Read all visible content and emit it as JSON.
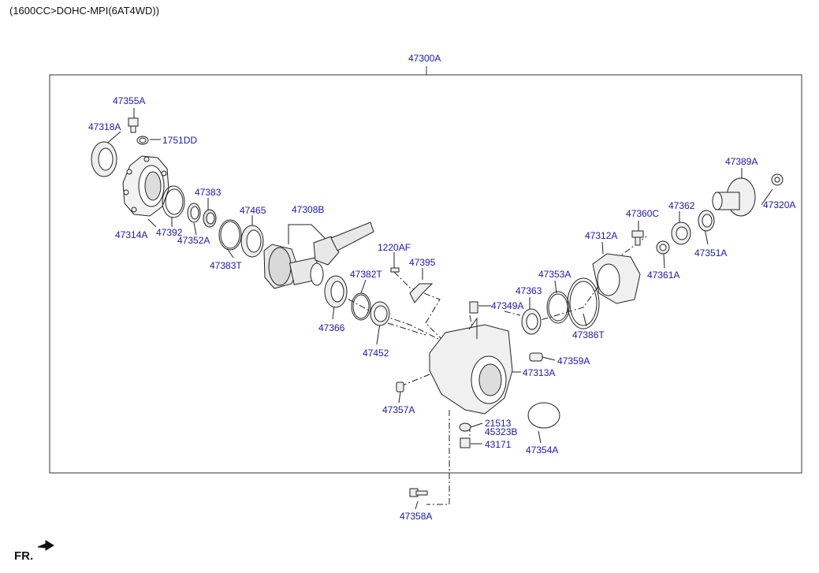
{
  "header": {
    "engine_spec": "(1600CC>DOHC-MPI(6AT4WD))"
  },
  "direction": {
    "label": "FR."
  },
  "assembly": {
    "number": "47300A"
  },
  "parts": [
    {
      "id": "47355A",
      "label": "47355A"
    },
    {
      "id": "47318A",
      "label": "47318A"
    },
    {
      "id": "1751DD",
      "label": "1751DD"
    },
    {
      "id": "47383",
      "label": "47383"
    },
    {
      "id": "47314A",
      "label": "47314A"
    },
    {
      "id": "47392",
      "label": "47392"
    },
    {
      "id": "47352A",
      "label": "47352A"
    },
    {
      "id": "47465",
      "label": "47465"
    },
    {
      "id": "47308B",
      "label": "47308B"
    },
    {
      "id": "47383T",
      "label": "47383T"
    },
    {
      "id": "1220AF",
      "label": "1220AF"
    },
    {
      "id": "47395",
      "label": "47395"
    },
    {
      "id": "47382T",
      "label": "47382T"
    },
    {
      "id": "47366",
      "label": "47366"
    },
    {
      "id": "47452",
      "label": "47452"
    },
    {
      "id": "47357A",
      "label": "47357A"
    },
    {
      "id": "47349A",
      "label": "47349A"
    },
    {
      "id": "47363",
      "label": "47363"
    },
    {
      "id": "47353A",
      "label": "47353A"
    },
    {
      "id": "47386T",
      "label": "47386T"
    },
    {
      "id": "47312A",
      "label": "47312A"
    },
    {
      "id": "47360C",
      "label": "47360C"
    },
    {
      "id": "47362",
      "label": "47362"
    },
    {
      "id": "47361A",
      "label": "47361A"
    },
    {
      "id": "47351A",
      "label": "47351A"
    },
    {
      "id": "47389A",
      "label": "47389A"
    },
    {
      "id": "47320A",
      "label": "47320A"
    },
    {
      "id": "47359A",
      "label": "47359A"
    },
    {
      "id": "47313A",
      "label": "47313A"
    },
    {
      "id": "21513",
      "label": "21513"
    },
    {
      "id": "45323B",
      "label": "45323B"
    },
    {
      "id": "43171",
      "label": "43171"
    },
    {
      "id": "47354A",
      "label": "47354A"
    },
    {
      "id": "47358A",
      "label": "47358A"
    }
  ],
  "colors": {
    "label": "#1a1aa8",
    "line": "#222222",
    "frame": "#333333"
  }
}
